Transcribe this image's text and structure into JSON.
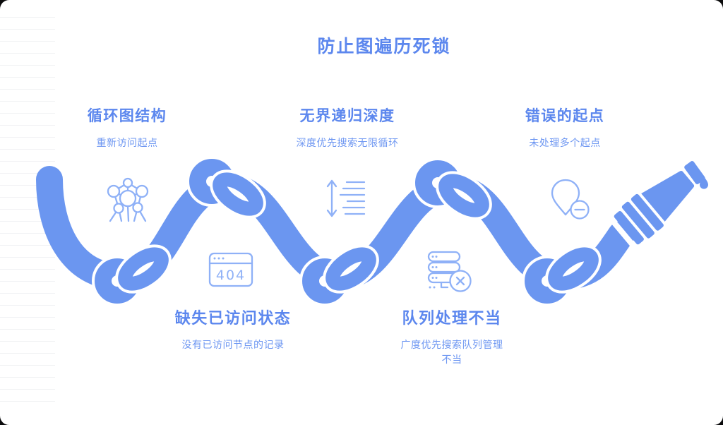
{
  "title": "防止图遍历死锁",
  "colors": {
    "accent": "#5c87ee",
    "subtext": "#6e97f2",
    "rope": "#6b96f0",
    "icon": "#8fb1f7",
    "card": "#ffffff",
    "backdrop": "#0b0b0c",
    "rule": "#f1f2f4"
  },
  "sections": [
    {
      "heading": "循环图结构",
      "subtext": "重新访问起点",
      "icon": "molecule-network-icon",
      "position": "top"
    },
    {
      "heading": "缺失已访问状态",
      "subtext": "没有已访问节点的记录",
      "icon": "browser-404-icon",
      "position": "bottom"
    },
    {
      "heading": "无界递归深度",
      "subtext": "深度优先搜索无限循环",
      "icon": "line-height-depth-icon",
      "position": "top"
    },
    {
      "heading": "队列处理不当",
      "subtext": "广度优先搜索队列管理不当",
      "icon": "queue-error-icon",
      "position": "bottom"
    },
    {
      "heading": "错误的起点",
      "subtext": "未处理多个起点",
      "icon": "location-pin-minus-icon",
      "position": "top"
    }
  ],
  "icons": {
    "browser_404_label": "404"
  }
}
